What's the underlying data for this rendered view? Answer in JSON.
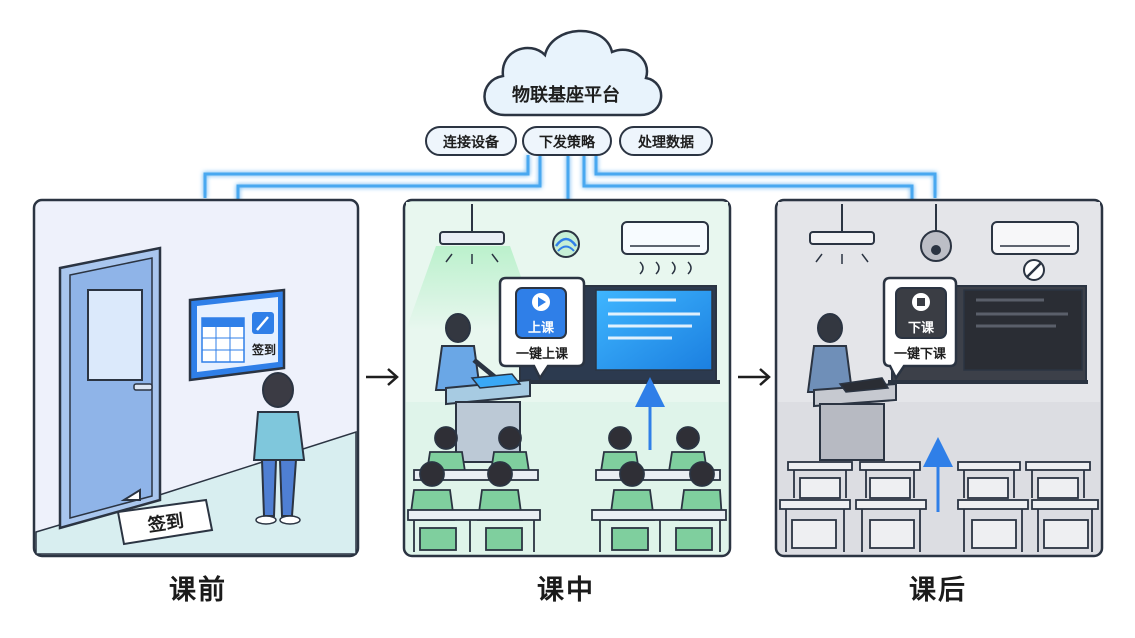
{
  "platform": {
    "title": "物联基座平台",
    "functions": [
      "连接设备",
      "下发策略",
      "处理数据"
    ]
  },
  "stages": [
    {
      "name": "课前",
      "panel_text": "签到",
      "floor_text": "签到"
    },
    {
      "name": "课中",
      "button_text": "上课",
      "bubble_caption": "一键上课"
    },
    {
      "name": "课后",
      "button_text": "下课",
      "bubble_caption": "一键下课"
    }
  ],
  "colors": {
    "accent_blue": "#2f7fe8",
    "connector_glow": "#5ab8f5",
    "cloud_fill": "#e8f3fc",
    "panel_before_bg": "#eef1fb",
    "panel_during_bg": "#dff4ea",
    "panel_after_bg": "#dcdde2",
    "outline": "#2b3442"
  },
  "icons": [
    "cloud-icon",
    "calendar-icon",
    "play-icon",
    "stop-icon",
    "iot-logo-icon",
    "air-conditioner-icon",
    "ceiling-light-icon",
    "camera-icon",
    "next-arrow-icon"
  ]
}
